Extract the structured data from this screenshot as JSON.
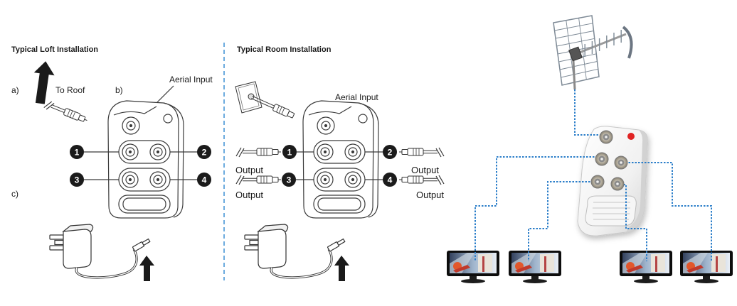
{
  "loft": {
    "heading": "Typical Loft Installation",
    "step_a": "a)",
    "to_roof": "To Roof",
    "step_b": "b)",
    "aerial_input": "Aerial Input",
    "step_c": "c)",
    "port_badges": [
      "1",
      "2",
      "3",
      "4"
    ]
  },
  "room": {
    "heading": "Typical Room Installation",
    "aerial_input": "Aerial Input",
    "outputs": [
      "Output",
      "Output",
      "Output",
      "Output"
    ],
    "port_badges": [
      "1",
      "2",
      "3",
      "4"
    ]
  },
  "colors": {
    "divider": "#3b8fd3",
    "signal_cable": "#2b7ec9",
    "badge_fill": "#1b1b1b",
    "led": "#e02424",
    "arrow": "#1a1a1a"
  },
  "icons": {
    "roof_arrow": "up-arrow-icon",
    "insert_arrow": "up-arrow-icon",
    "antenna": "antenna-icon",
    "amplifier": "amplifier-icon",
    "tv": "tv-icon",
    "power_adapter": "power-adapter-icon",
    "wall_socket": "wall-socket-icon",
    "coax_plug": "coax-plug-icon"
  }
}
